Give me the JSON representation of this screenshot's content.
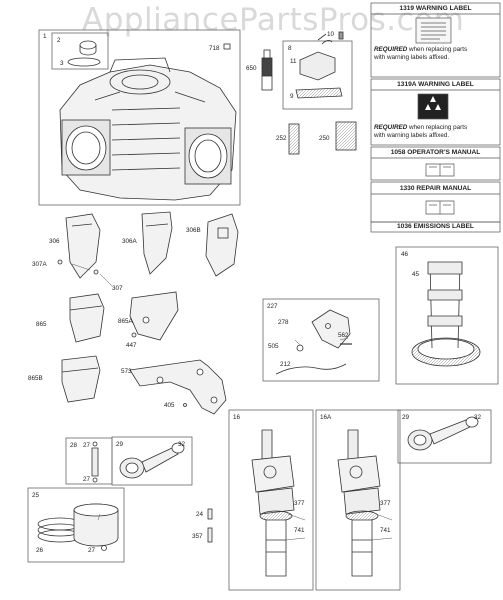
{
  "watermark": "AppliancePartsPros.com",
  "side_panel": {
    "warning_label": "1319 WARNING LABEL",
    "warning_label_a": "1319A WARNING LABEL",
    "required_word": "REQUIRED",
    "required_rest_1": " when replacing parts",
    "required_rest_2": "with warning labels affixed.",
    "operators_manual": "1058 OPERATOR'S MANUAL",
    "repair_manual": "1330 REPAIR MANUAL",
    "emissions_label": "1036 EMISSIONS LABEL"
  },
  "callouts": {
    "c1": "1",
    "c2": "2",
    "c3": "3",
    "c718": "718",
    "c650": "650",
    "c8": "8",
    "c10": "10",
    "c11": "11",
    "c9": "9",
    "c252": "252",
    "c250": "250",
    "c306": "306",
    "c306A": "306A",
    "c306B": "306B",
    "c307A": "307A",
    "c307": "307",
    "c865": "865",
    "c865A": "865A",
    "c447": "447",
    "c865B": "865B",
    "c573": "573",
    "c405": "405",
    "c227": "227",
    "c278": "278",
    "c505": "505",
    "c562": "562",
    "c212": "212",
    "c46": "46",
    "c45": "45",
    "c28": "28",
    "c27a": "27",
    "c27b": "27",
    "c29a": "29",
    "c32a": "32",
    "c25": "25",
    "c26": "26",
    "c27c": "27",
    "c24": "24",
    "c357": "357",
    "c16": "16",
    "c377a": "377",
    "c741a": "741",
    "c16A": "16A",
    "c377b": "377",
    "c741b": "741",
    "c29b": "29",
    "c32b": "32"
  }
}
